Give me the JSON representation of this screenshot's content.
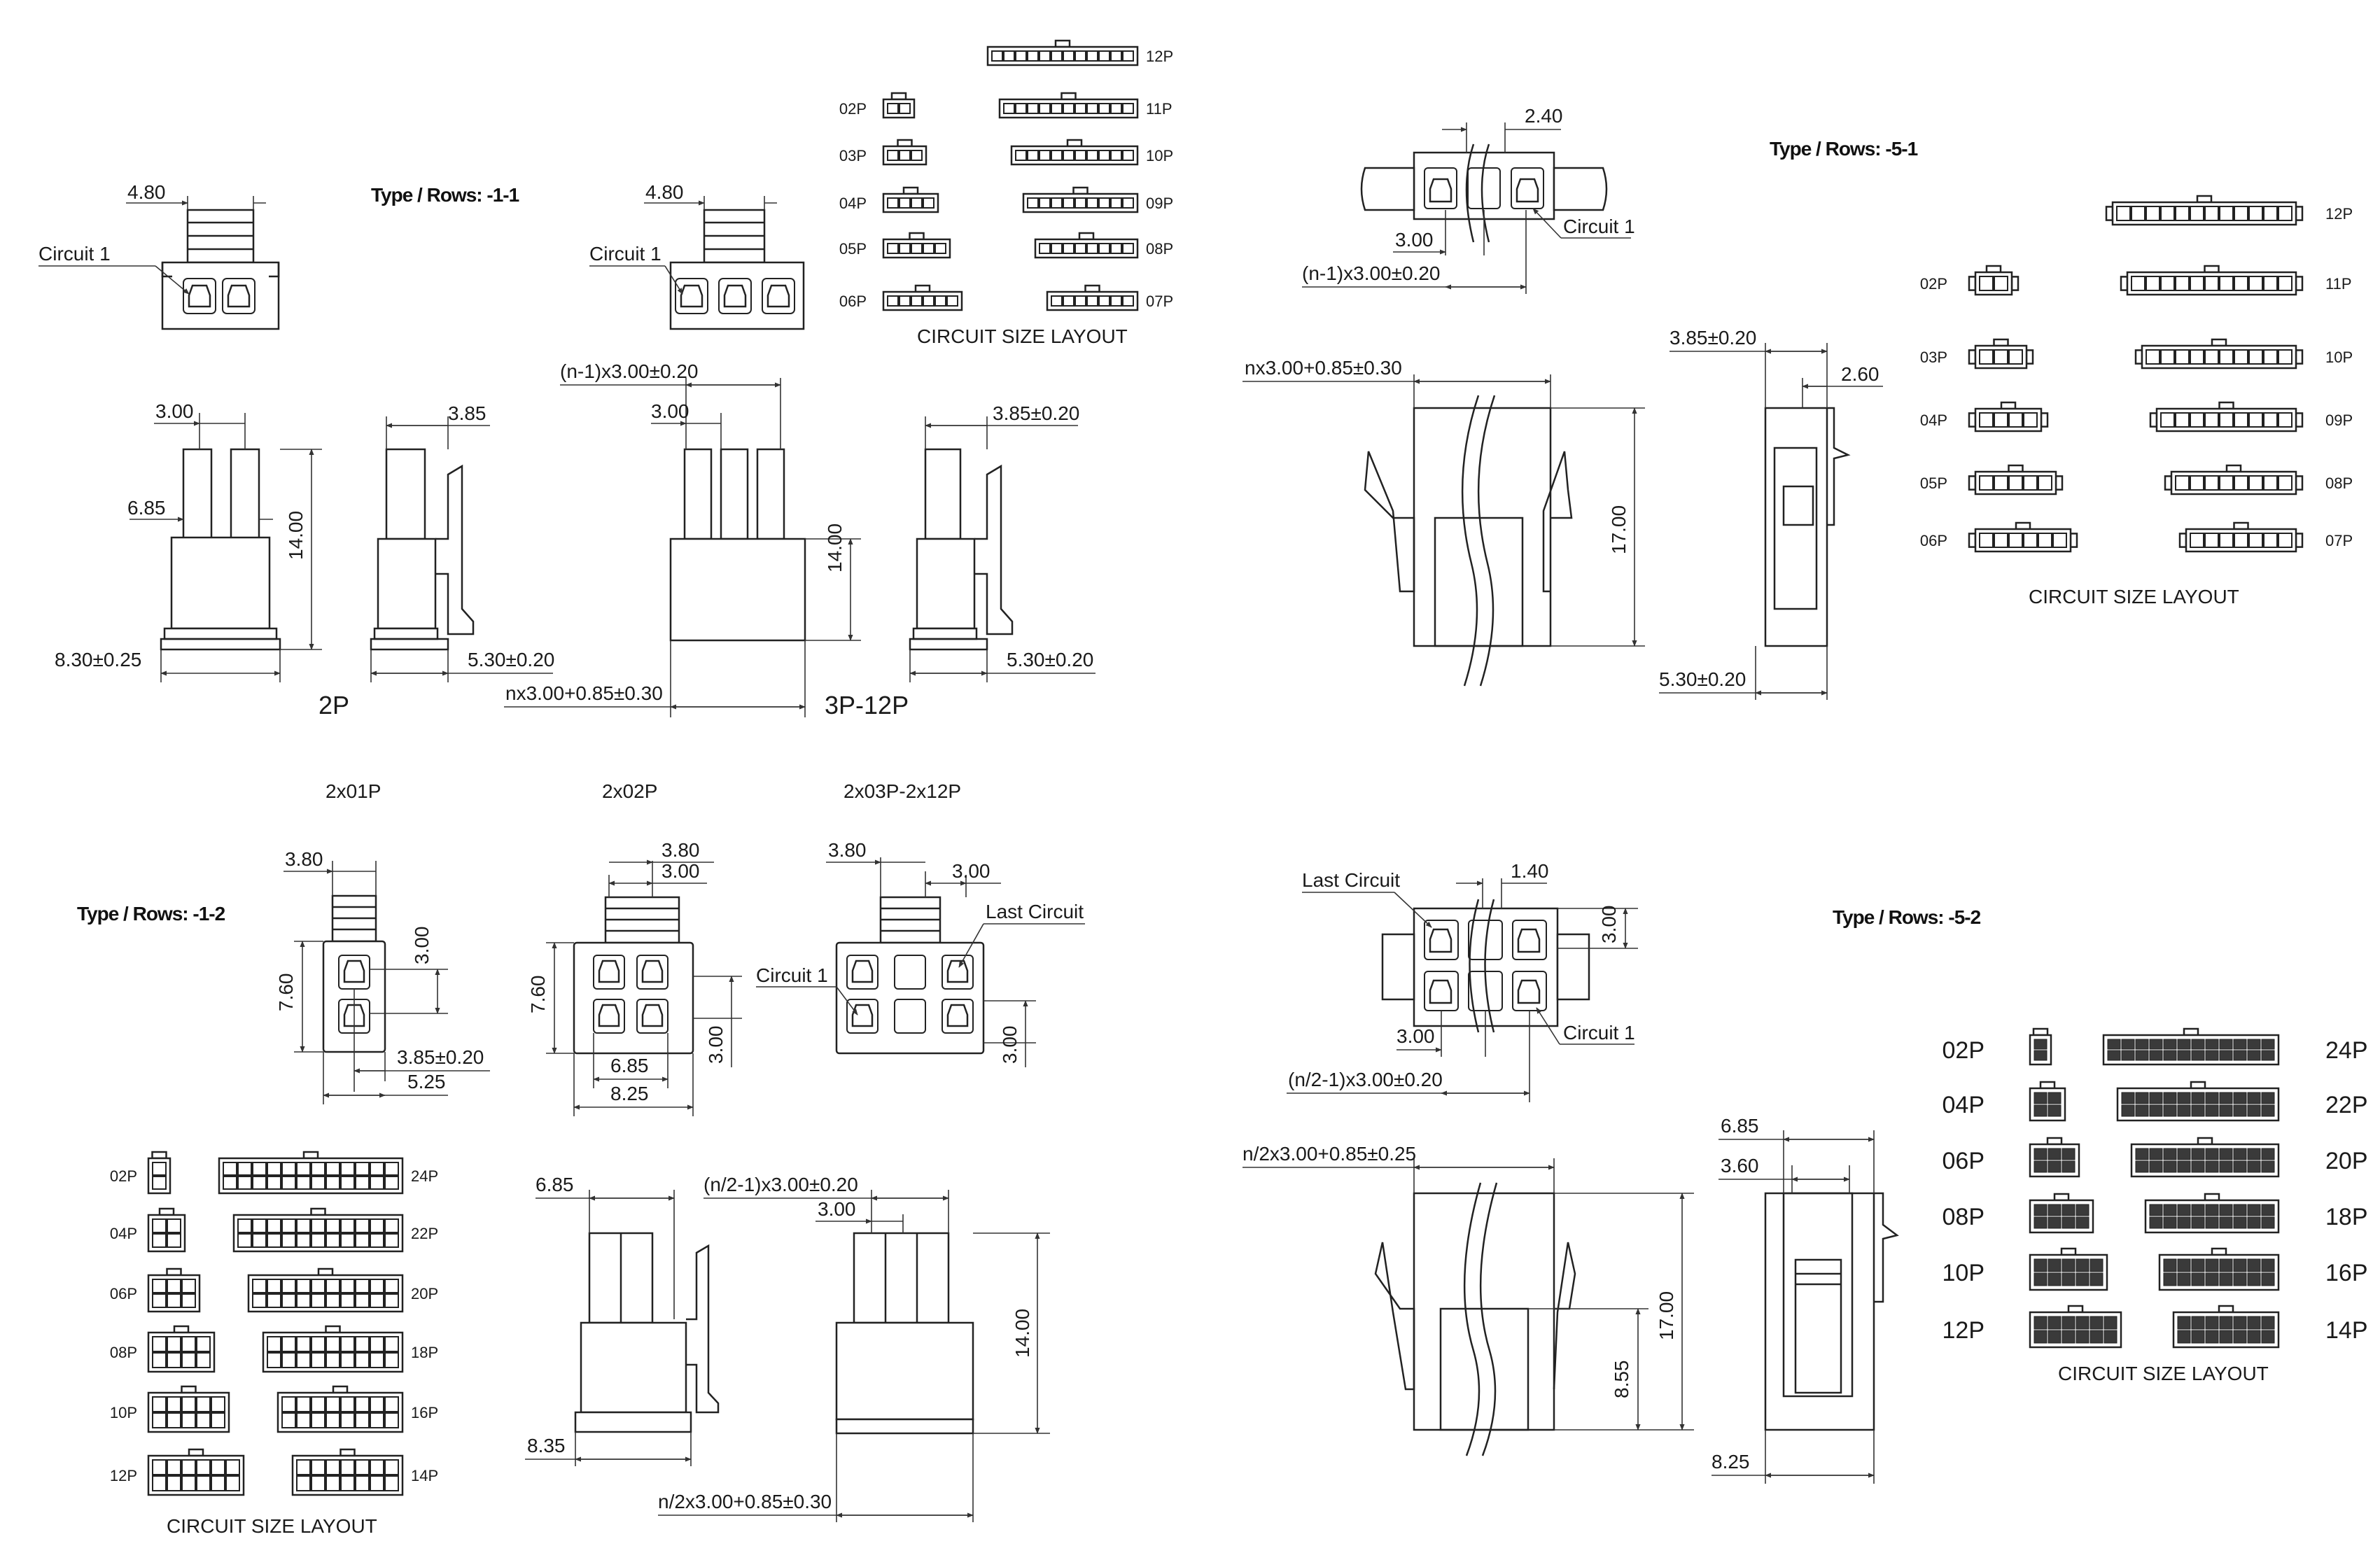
{
  "colors": {
    "line": "#222222",
    "background": "#ffffff"
  },
  "types": {
    "t11": "Type / Rows: -1-1",
    "t12": "Type / Rows: -1-2",
    "t51": "Type / Rows: -5-1",
    "t52": "Type / Rows: -5-2"
  },
  "views": {
    "v2p": "2P",
    "v3p12p": "3P-12P",
    "v2x01p": "2x01P",
    "v2x02p": "2x02P",
    "v2x03p": "2x03P-2x12P"
  },
  "callouts": {
    "circuit1": "Circuit 1",
    "last_circuit": "Last Circuit"
  },
  "layout_label": "CIRCUIT SIZE LAYOUT",
  "dims": {
    "d480": "4.80",
    "d300": "3.00",
    "d385": "3.85",
    "d685": "6.85",
    "d1400": "14.00",
    "d830": "8.30±0.25",
    "d530": "5.30±0.20",
    "dn1": "(n-1)x3.00±0.20",
    "d385t": "3.85±0.20",
    "dnx": "nx3.00+0.85±0.30",
    "d240": "2.40",
    "d260": "2.60",
    "d1700": "17.00",
    "d380": "3.80",
    "d760": "7.60",
    "d525": "5.25",
    "d825": "8.25",
    "d835": "8.35",
    "dn21": "(n/2-1)x3.00±0.20",
    "dn2x": "n/2x3.00+0.85±0.30",
    "dn2x25": "n/2x3.00+0.85±0.25",
    "d140": "1.40",
    "d855": "8.55",
    "d360": "3.60"
  },
  "sizes_single": [
    "02P",
    "03P",
    "04P",
    "05P",
    "06P",
    "07P",
    "08P",
    "09P",
    "10P",
    "11P",
    "12P"
  ],
  "sizes_dual": [
    "02P",
    "04P",
    "06P",
    "08P",
    "10P",
    "12P",
    "14P",
    "16P",
    "18P",
    "20P",
    "22P",
    "24P"
  ]
}
